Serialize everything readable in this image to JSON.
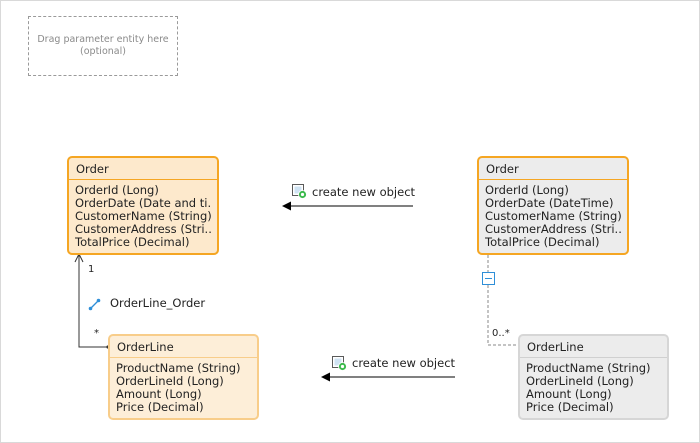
{
  "drop_zone": {
    "line1": "Drag parameter entity here",
    "line2": "(optional)"
  },
  "left": {
    "order": {
      "title": "Order",
      "attributes": [
        "OrderId (Long)",
        "OrderDate (Date and ti...",
        "CustomerName (String)",
        "CustomerAddress (Stri...",
        "TotalPrice (Decimal)"
      ]
    },
    "orderline": {
      "title": "OrderLine",
      "attributes": [
        "ProductName (String)",
        "OrderLineId (Long)",
        "Amount (Long)",
        "Price (Decimal)"
      ]
    },
    "association": {
      "name": "OrderLine_Order",
      "multiplicity_top": "1",
      "multiplicity_bottom": "*"
    }
  },
  "right": {
    "order": {
      "title": "Order",
      "attributes": [
        "OrderId (Long)",
        "OrderDate (DateTime)",
        "CustomerName (String)",
        "CustomerAddress (Stri...",
        "TotalPrice (Decimal)"
      ]
    },
    "orderline": {
      "title": "OrderLine",
      "attributes": [
        "ProductName (String)",
        "OrderLineId (Long)",
        "Amount (Long)",
        "Price (Decimal)"
      ]
    },
    "association": {
      "multiplicity": "0..*"
    }
  },
  "mappings": [
    {
      "label": "create new object",
      "icon": "create-object-icon"
    },
    {
      "label": "create new object",
      "icon": "create-object-icon"
    }
  ],
  "colors": {
    "entity_border_selected": "#f5a623",
    "entity_fill": "#fde9cc",
    "entity_fill_light": "#fdeed8",
    "entity_grey": "#ececec",
    "icon_blue": "#2f8fd8",
    "icon_green": "#3cba4d"
  }
}
